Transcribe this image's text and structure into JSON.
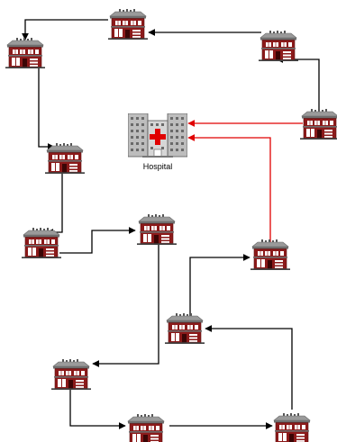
{
  "hospital": {
    "label": "Hospital"
  },
  "colors": {
    "house_wall": "#8b1a1a",
    "house_roof": "#9a9a9a",
    "window": "#ffffff",
    "hospital_body": "#bdbdbd",
    "hospital_cross": "#e00000",
    "normal_route": "#000000",
    "emergency_route": "#e00000"
  },
  "nodes": [
    {
      "id": "house-1",
      "icon": "house-icon"
    },
    {
      "id": "house-2",
      "icon": "house-icon"
    },
    {
      "id": "house-3",
      "icon": "house-icon"
    },
    {
      "id": "house-4",
      "icon": "house-icon"
    },
    {
      "id": "house-5",
      "icon": "house-icon"
    },
    {
      "id": "house-6",
      "icon": "house-icon"
    },
    {
      "id": "house-7",
      "icon": "house-icon"
    },
    {
      "id": "house-8",
      "icon": "house-icon"
    },
    {
      "id": "house-9",
      "icon": "house-icon"
    },
    {
      "id": "house-10",
      "icon": "house-icon"
    },
    {
      "id": "house-11",
      "icon": "house-icon"
    },
    {
      "id": "house-12",
      "icon": "house-icon"
    },
    {
      "id": "house-13",
      "icon": "house-icon"
    }
  ]
}
